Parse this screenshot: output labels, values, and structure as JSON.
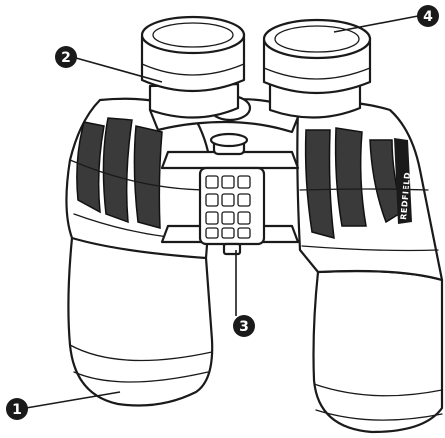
{
  "figure": {
    "brand_text": "REDFIELD",
    "callouts": [
      {
        "id": "1",
        "label": "1"
      },
      {
        "id": "2",
        "label": "2"
      },
      {
        "id": "3",
        "label": "3"
      },
      {
        "id": "4",
        "label": "4"
      }
    ]
  }
}
